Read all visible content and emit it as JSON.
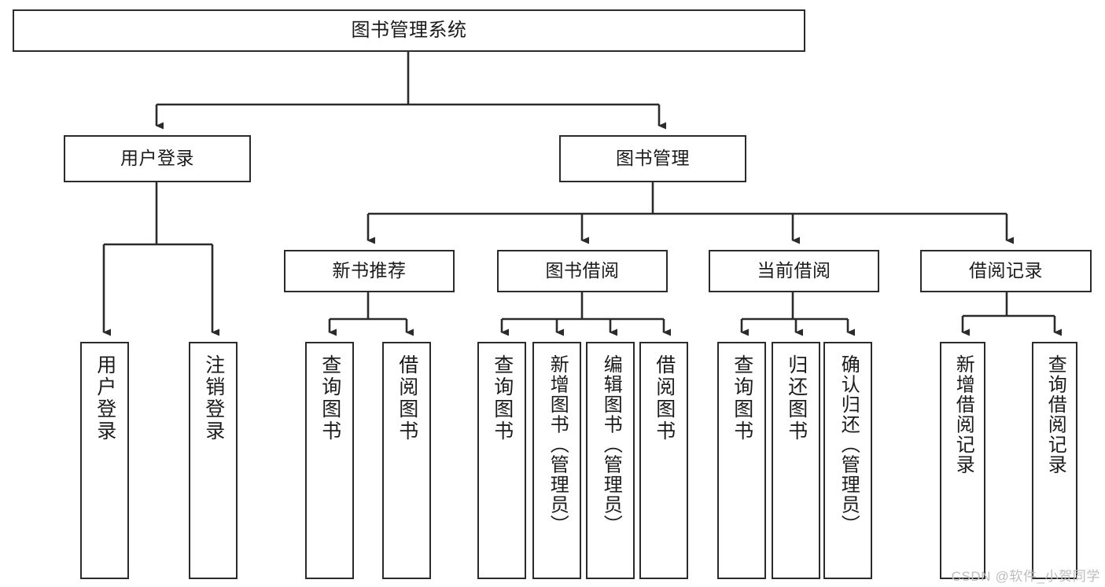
{
  "diagram": {
    "type": "tree-hierarchy",
    "title": "图书管理系统",
    "watermark": "CSDN @软件_小贺同学",
    "colors": {
      "stroke": "#2b2b2b",
      "fill": "#ffffff",
      "text": "#1b1b1b",
      "watermark": "#bdbdbd"
    },
    "nodes": {
      "root": {
        "label": "图书管理系统"
      },
      "level2": [
        {
          "id": "user-login",
          "label": "用户登录"
        },
        {
          "id": "book-manage",
          "label": "图书管理"
        }
      ],
      "level3": [
        {
          "id": "new-book-recommend",
          "label": "新书推荐"
        },
        {
          "id": "book-borrow",
          "label": "图书借阅"
        },
        {
          "id": "current-borrow",
          "label": "当前借阅"
        },
        {
          "id": "borrow-record",
          "label": "借阅记录"
        }
      ],
      "leaves": {
        "user-login": [
          {
            "id": "leaf-user-login",
            "label": "用户登录"
          },
          {
            "id": "leaf-logout-login",
            "label": "注销登录"
          }
        ],
        "new-book-recommend": [
          {
            "id": "leaf-query-book-1",
            "label": "查询图书"
          },
          {
            "id": "leaf-borrow-book-1",
            "label": "借阅图书"
          }
        ],
        "book-borrow": [
          {
            "id": "leaf-query-book-2",
            "label": "查询图书"
          },
          {
            "id": "leaf-add-book-admin",
            "label": "新增图书（管理员）"
          },
          {
            "id": "leaf-edit-book-admin",
            "label": "编辑图书（管理员）"
          },
          {
            "id": "leaf-borrow-book-2",
            "label": "借阅图书"
          }
        ],
        "current-borrow": [
          {
            "id": "leaf-query-book-3",
            "label": "查询图书"
          },
          {
            "id": "leaf-return-book",
            "label": "归还图书"
          },
          {
            "id": "leaf-confirm-return-admin",
            "label": "确认归还（管理员）"
          }
        ],
        "borrow-record": [
          {
            "id": "leaf-add-borrow-record",
            "label": "新增借阅记录"
          },
          {
            "id": "leaf-query-borrow-record",
            "label": "查询借阅记录"
          }
        ]
      }
    },
    "edges": [
      {
        "from": "root",
        "to": "user-login"
      },
      {
        "from": "root",
        "to": "book-manage"
      },
      {
        "from": "user-login",
        "to": "leaf-user-login"
      },
      {
        "from": "user-login",
        "to": "leaf-logout-login"
      },
      {
        "from": "book-manage",
        "to": "new-book-recommend"
      },
      {
        "from": "book-manage",
        "to": "book-borrow"
      },
      {
        "from": "book-manage",
        "to": "current-borrow"
      },
      {
        "from": "book-manage",
        "to": "borrow-record"
      },
      {
        "from": "new-book-recommend",
        "to": "leaf-query-book-1"
      },
      {
        "from": "new-book-recommend",
        "to": "leaf-borrow-book-1"
      },
      {
        "from": "book-borrow",
        "to": "leaf-query-book-2"
      },
      {
        "from": "book-borrow",
        "to": "leaf-add-book-admin"
      },
      {
        "from": "book-borrow",
        "to": "leaf-edit-book-admin"
      },
      {
        "from": "book-borrow",
        "to": "leaf-borrow-book-2"
      },
      {
        "from": "current-borrow",
        "to": "leaf-query-book-3"
      },
      {
        "from": "current-borrow",
        "to": "leaf-return-book"
      },
      {
        "from": "current-borrow",
        "to": "leaf-confirm-return-admin"
      },
      {
        "from": "borrow-record",
        "to": "leaf-add-borrow-record"
      },
      {
        "from": "borrow-record",
        "to": "leaf-query-borrow-record"
      }
    ]
  }
}
